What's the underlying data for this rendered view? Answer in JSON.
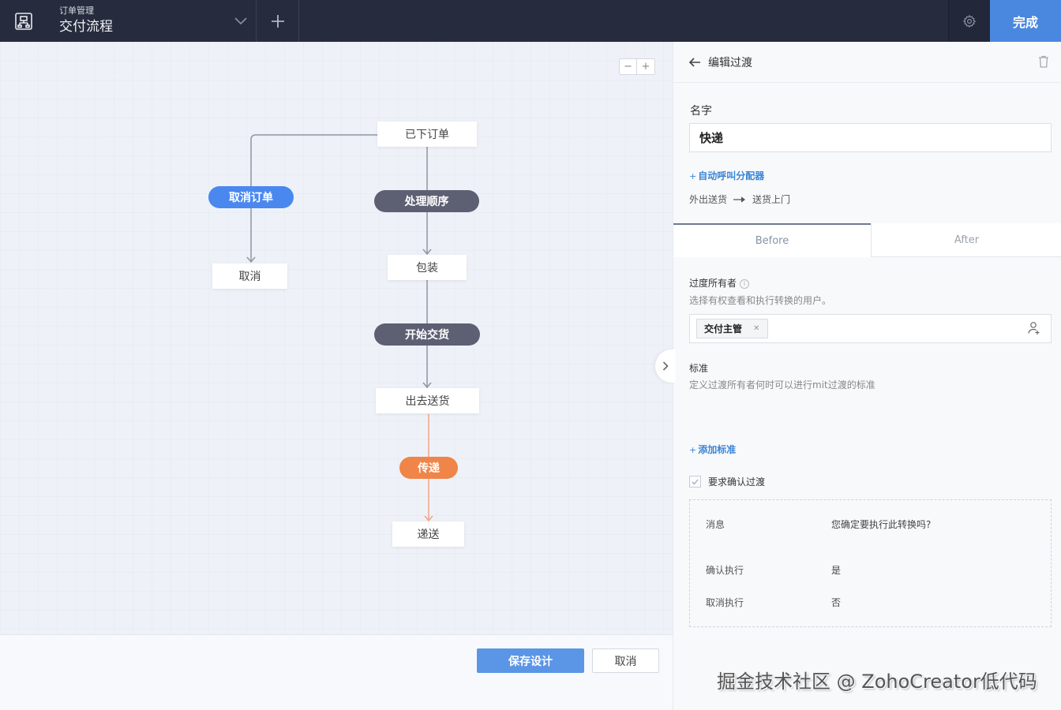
{
  "header": {
    "breadcrumb": "订单管理",
    "title": "交付流程",
    "done_label": "完成",
    "icons": {
      "app": "workflow-icon",
      "dropdown": "chevron-down-icon",
      "add": "plus-icon",
      "settings": "gear-icon"
    }
  },
  "canvas": {
    "zoom_out": "−",
    "zoom_in": "+",
    "states": [
      {
        "id": "placed",
        "label": "已下订单"
      },
      {
        "id": "cancelled",
        "label": "取消"
      },
      {
        "id": "packing",
        "label": "包装"
      },
      {
        "id": "out_for_delivery",
        "label": "出去送货"
      },
      {
        "id": "delivered",
        "label": "递送"
      }
    ],
    "transitions": [
      {
        "label": "取消订单",
        "color": "#4a88f0",
        "from": "已下订单",
        "to": "取消"
      },
      {
        "label": "处理顺序",
        "color": "#5d6072",
        "from": "已下订单",
        "to": "包装"
      },
      {
        "label": "开始交货",
        "color": "#5d6072",
        "from": "包装",
        "to": "出去送货"
      },
      {
        "label": "传递",
        "color": "#ef8548",
        "from": "出去送货",
        "to": "递送",
        "selected": true
      }
    ],
    "footer": {
      "save_label": "保存设计",
      "cancel_label": "取消"
    }
  },
  "panel": {
    "title": "编辑过渡",
    "name_label": "名字",
    "name_value": "快递",
    "assign_link": "自动呼叫分配器",
    "path_from": "外出送货",
    "path_to": "送货上门",
    "tabs": [
      {
        "label": "Before",
        "active": true
      },
      {
        "label": "After",
        "active": false
      }
    ],
    "owner": {
      "title": "过度所有者",
      "desc": "选择有权查看和执行转换的用户。",
      "chips": [
        "交付主管"
      ]
    },
    "criteria": {
      "title": "标准",
      "desc": "定义过渡所有者何时可以进行mit过渡的标准",
      "add_link": "添加标准"
    },
    "confirm": {
      "label": "要求确认过渡",
      "checked": true,
      "rows": [
        {
          "key": "消息",
          "value": "您确定要执行此转换吗?"
        },
        {
          "key": "确认执行",
          "value": "是"
        },
        {
          "key": "取消执行",
          "value": "否"
        }
      ]
    }
  },
  "watermark": "掘金技术社区 @ ZohoCreator低代码",
  "colors": {
    "header_bg": "#262b3d",
    "accent_blue": "#4a88e0",
    "transition_dark": "#5d6072",
    "transition_orange": "#ef8548",
    "link": "#3a85d6"
  }
}
